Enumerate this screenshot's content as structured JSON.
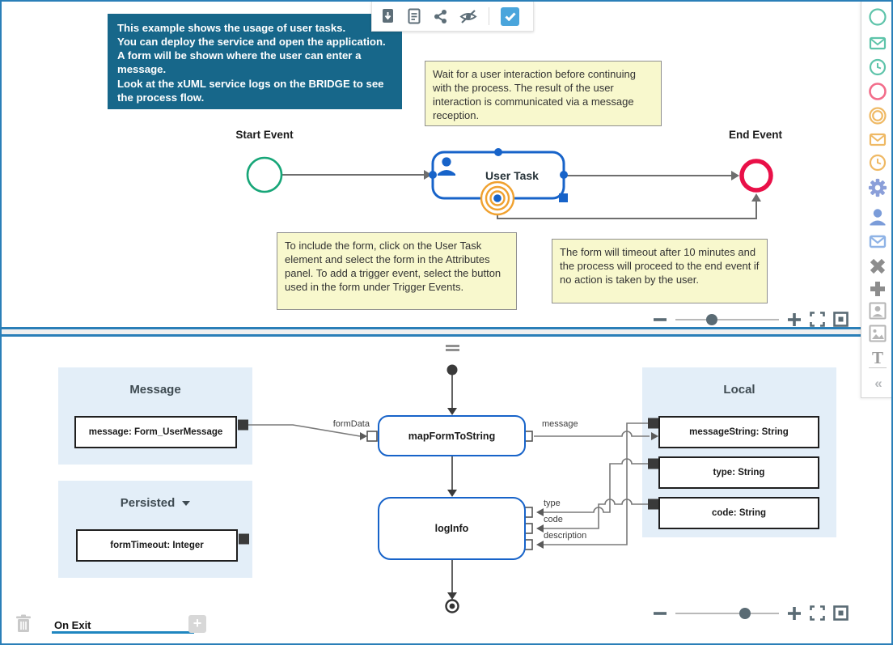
{
  "colors": {
    "accent_blue": "#2a7fb8",
    "node_blue": "#1763c9",
    "start_green": "#17a678",
    "end_red": "#e91048",
    "boundary_orange": "#f0a12f",
    "note_yellow": "#f8f8cd",
    "info_box_bg": "#17678a",
    "section_bg": "#e3eef8",
    "tab_underline": "#1f86c0"
  },
  "toolbar": {
    "icons": [
      "export-icon",
      "document-icon",
      "share-icon",
      "hide-annotations-icon"
    ],
    "checkbox_checked": true
  },
  "palette": {
    "items": [
      "start-event",
      "message-start-event",
      "timer-start-event",
      "end-event",
      "intermediate-event",
      "message-intermediate-event",
      "timer-intermediate-event",
      "service-task",
      "user-task",
      "send-task",
      "delete",
      "add",
      "actor-image",
      "image",
      "text",
      "collapse"
    ]
  },
  "bpmn": {
    "info_box": {
      "lines": [
        "This example shows the usage of user tasks.",
        "You can deploy the service and open the application. A form will be shown where the user can enter a message.",
        "Look at the xUML service logs on the BRIDGE to see the process flow."
      ]
    },
    "notes": {
      "wait": "Wait for a user interaction before continuing with the process. The result of the user interaction is communicated via a message reception.",
      "include_form": "To include the form, click on the User Task element and select the form in the Attributes panel. To add a trigger event, select the button used in the form under Trigger Events.",
      "timeout": "The form will timeout after 10 minutes and the process will proceed to the end event if no action is taken by the user."
    },
    "labels": {
      "start_event": "Start Event",
      "user_task": "User Task",
      "end_event": "End Event"
    }
  },
  "mapping": {
    "sections": {
      "message": {
        "title": "Message",
        "vars": [
          {
            "label": "message: Form_UserMessage"
          }
        ]
      },
      "persisted": {
        "title": "Persisted",
        "vars": [
          {
            "label": "formTimeout: Integer"
          }
        ]
      },
      "local": {
        "title": "Local",
        "vars": [
          {
            "label": "messageString: String"
          },
          {
            "label": "type: String"
          },
          {
            "label": "code: String"
          }
        ]
      }
    },
    "actions": {
      "map_form": "mapFormToString",
      "log_info": "logInfo"
    },
    "pin_labels": {
      "form_data": "formData",
      "message": "message",
      "type": "type",
      "code": "code",
      "description": "description"
    }
  },
  "footer": {
    "tab": "On Exit"
  }
}
